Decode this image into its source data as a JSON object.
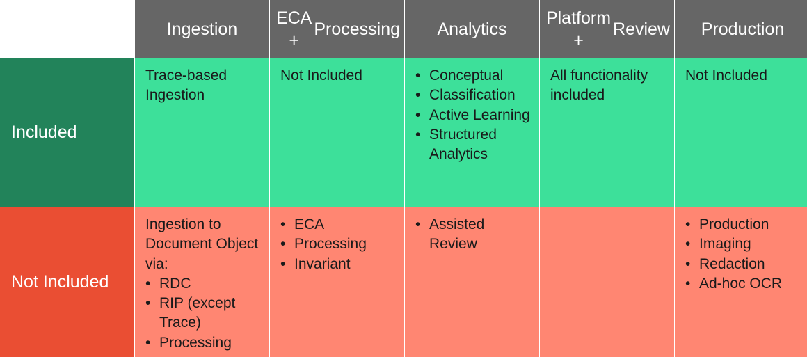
{
  "columns": [
    "Ingestion",
    "ECA +\nProcessing",
    "Analytics",
    "Platform +\nReview",
    "Production"
  ],
  "rows": {
    "included": {
      "label": "Included",
      "cells": [
        {
          "text": "Trace-based Ingestion",
          "bullets": []
        },
        {
          "text": "Not Included",
          "bullets": []
        },
        {
          "text": "",
          "bullets": [
            "Conceptual",
            "Classification",
            "Active Learning",
            "Structured Analytics"
          ]
        },
        {
          "text": "All functionality included",
          "bullets": []
        },
        {
          "text": "Not Included",
          "bullets": []
        }
      ]
    },
    "not_included": {
      "label": "Not Included",
      "cells": [
        {
          "text": "Ingestion to Document Object via:",
          "bullets": [
            "RDC",
            "RIP (except Trace)",
            "Processing"
          ]
        },
        {
          "text": "",
          "bullets": [
            "ECA",
            "Processing",
            "Invariant"
          ]
        },
        {
          "text": "",
          "bullets": [
            "Assisted Review"
          ]
        },
        {
          "text": "",
          "bullets": []
        },
        {
          "text": "",
          "bullets": [
            "Production",
            "Imaging",
            "Redaction",
            "Ad-hoc OCR"
          ]
        }
      ]
    }
  },
  "colors": {
    "header_bg": "#666666",
    "included_label_bg": "#22835a",
    "included_cell_bg": "#3de09a",
    "not_included_label_bg": "#ea4e33",
    "not_included_cell_bg": "#ff8672"
  }
}
